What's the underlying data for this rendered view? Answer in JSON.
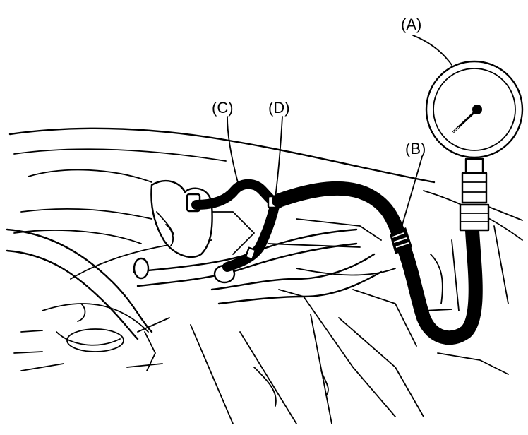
{
  "figure": {
    "labels": {
      "A": "(A)",
      "B": "(B)",
      "C": "(C)",
      "D": "(D)"
    },
    "colors": {
      "ink": "#000000",
      "paper": "#ffffff"
    }
  }
}
